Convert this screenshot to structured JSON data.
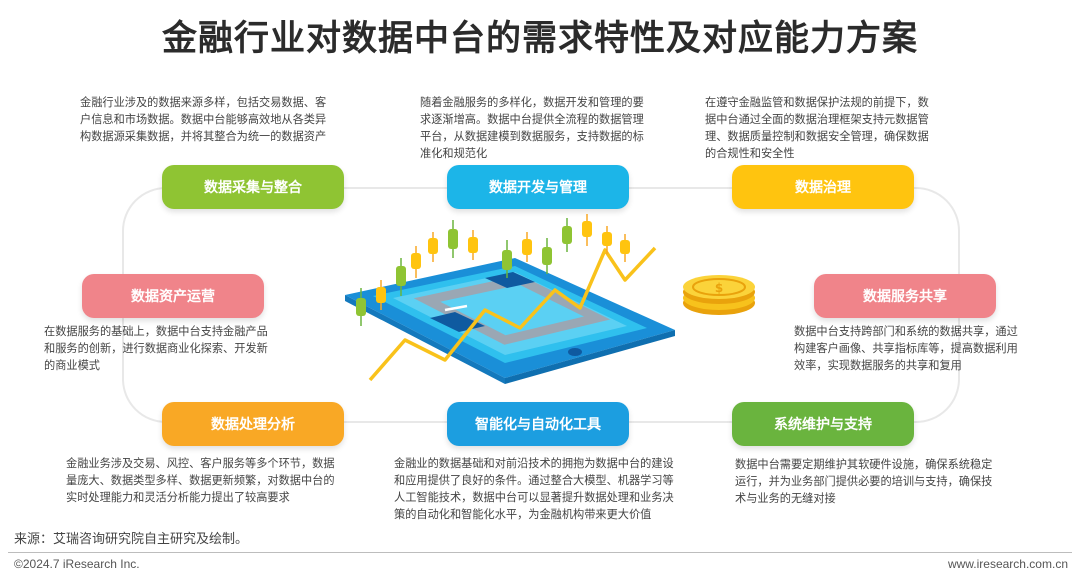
{
  "title": "金融行业对数据中台的需求特性及对应能力方案",
  "colors": {
    "green": "#8fc433",
    "cyan": "#1cb5e8",
    "yellow": "#ffc40f",
    "pink": "#f07f86",
    "orange": "#f9a825",
    "blue": "#1c9ee0",
    "dark_green": "#6ab43e",
    "salmon": "#f0848a"
  },
  "nodes": {
    "collect": {
      "label": "数据采集与整合",
      "desc": [
        "金融行业涉及的数据来源多样，包括交易数据、客",
        "户信息和市场数据。数据中台能够高效地从各类异",
        "构数据源采集数据，并将其整合为统一的数据资产"
      ]
    },
    "devmgmt": {
      "label": "数据开发与管理",
      "desc": [
        "随着金融服务的多样化，数据开发和管理的要",
        "求逐渐增高。数据中台提供全流程的数据管理",
        "平台，从数据建模到数据服务，支持数据的标",
        "准化和规范化"
      ]
    },
    "governance": {
      "label": "数据治理",
      "desc": [
        "在遵守金融监管和数据保护法规的前提下，数",
        "据中台通过全面的数据治理框架支持元数据管",
        "理、数据质量控制和数据安全管理，确保数据",
        "的合规性和安全性"
      ]
    },
    "asset_ops": {
      "label": "数据资产运营",
      "desc": [
        "在数据服务的基础上，数据中台支持金融产品",
        "和服务的创新，进行数据商业化探索、开发新",
        "的商业模式"
      ]
    },
    "sharing": {
      "label": "数据服务共享",
      "desc": [
        "数据中台支持跨部门和系统的数据共享，通过",
        "构建客户画像、共享指标库等，提高数据利用",
        "效率，实现数据服务的共享和复用"
      ]
    },
    "processing": {
      "label": "数据处理分析",
      "desc": [
        "金融业务涉及交易、风控、客户服务等多个环节，数据",
        "量庞大、数据类型多样、数据更新频繁，对数据中台的",
        "实时处理能力和灵活分析能力提出了较高要求"
      ]
    },
    "ai_tools": {
      "label": "智能化与自动化工具",
      "desc": [
        "金融业的数据基础和对前沿技术的拥抱为数据中台的建设",
        "和应用提供了良好的条件。通过整合大模型、机器学习等",
        "人工智能技术，数据中台可以显著提升数据处理和业务决",
        "策的自动化和智能化水平，为金融机构带来更大价值"
      ]
    },
    "maintenance": {
      "label": "系统维护与支持",
      "desc": [
        "数据中台需要定期维护其软硬件设施，确保系统稳定",
        "运行，并为业务部门提供必要的培训与支持，确保技",
        "术与业务的无缝对接"
      ]
    }
  },
  "source": "来源：艾瑞咨询研究院自主研究及绘制。",
  "copyright": "©2024.7 iResearch Inc.",
  "website": "www.iresearch.com.cn",
  "icons": [
    "tablet-chart-illustration",
    "coin-stack-icon"
  ]
}
